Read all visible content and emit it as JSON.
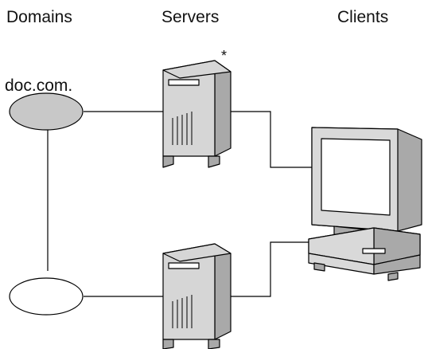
{
  "headers": {
    "domains": "Domains",
    "servers": "Servers",
    "clients": "Clients"
  },
  "domain_label": "doc.com.",
  "server_marker": "*",
  "colors": {
    "domain_fill": "#c8c8c8",
    "server_face": "#d6d6d6",
    "server_side": "#a9a9a9",
    "client_face": "#d9d9d9",
    "client_shadow": "#a9a9a9",
    "line": "#000000"
  }
}
